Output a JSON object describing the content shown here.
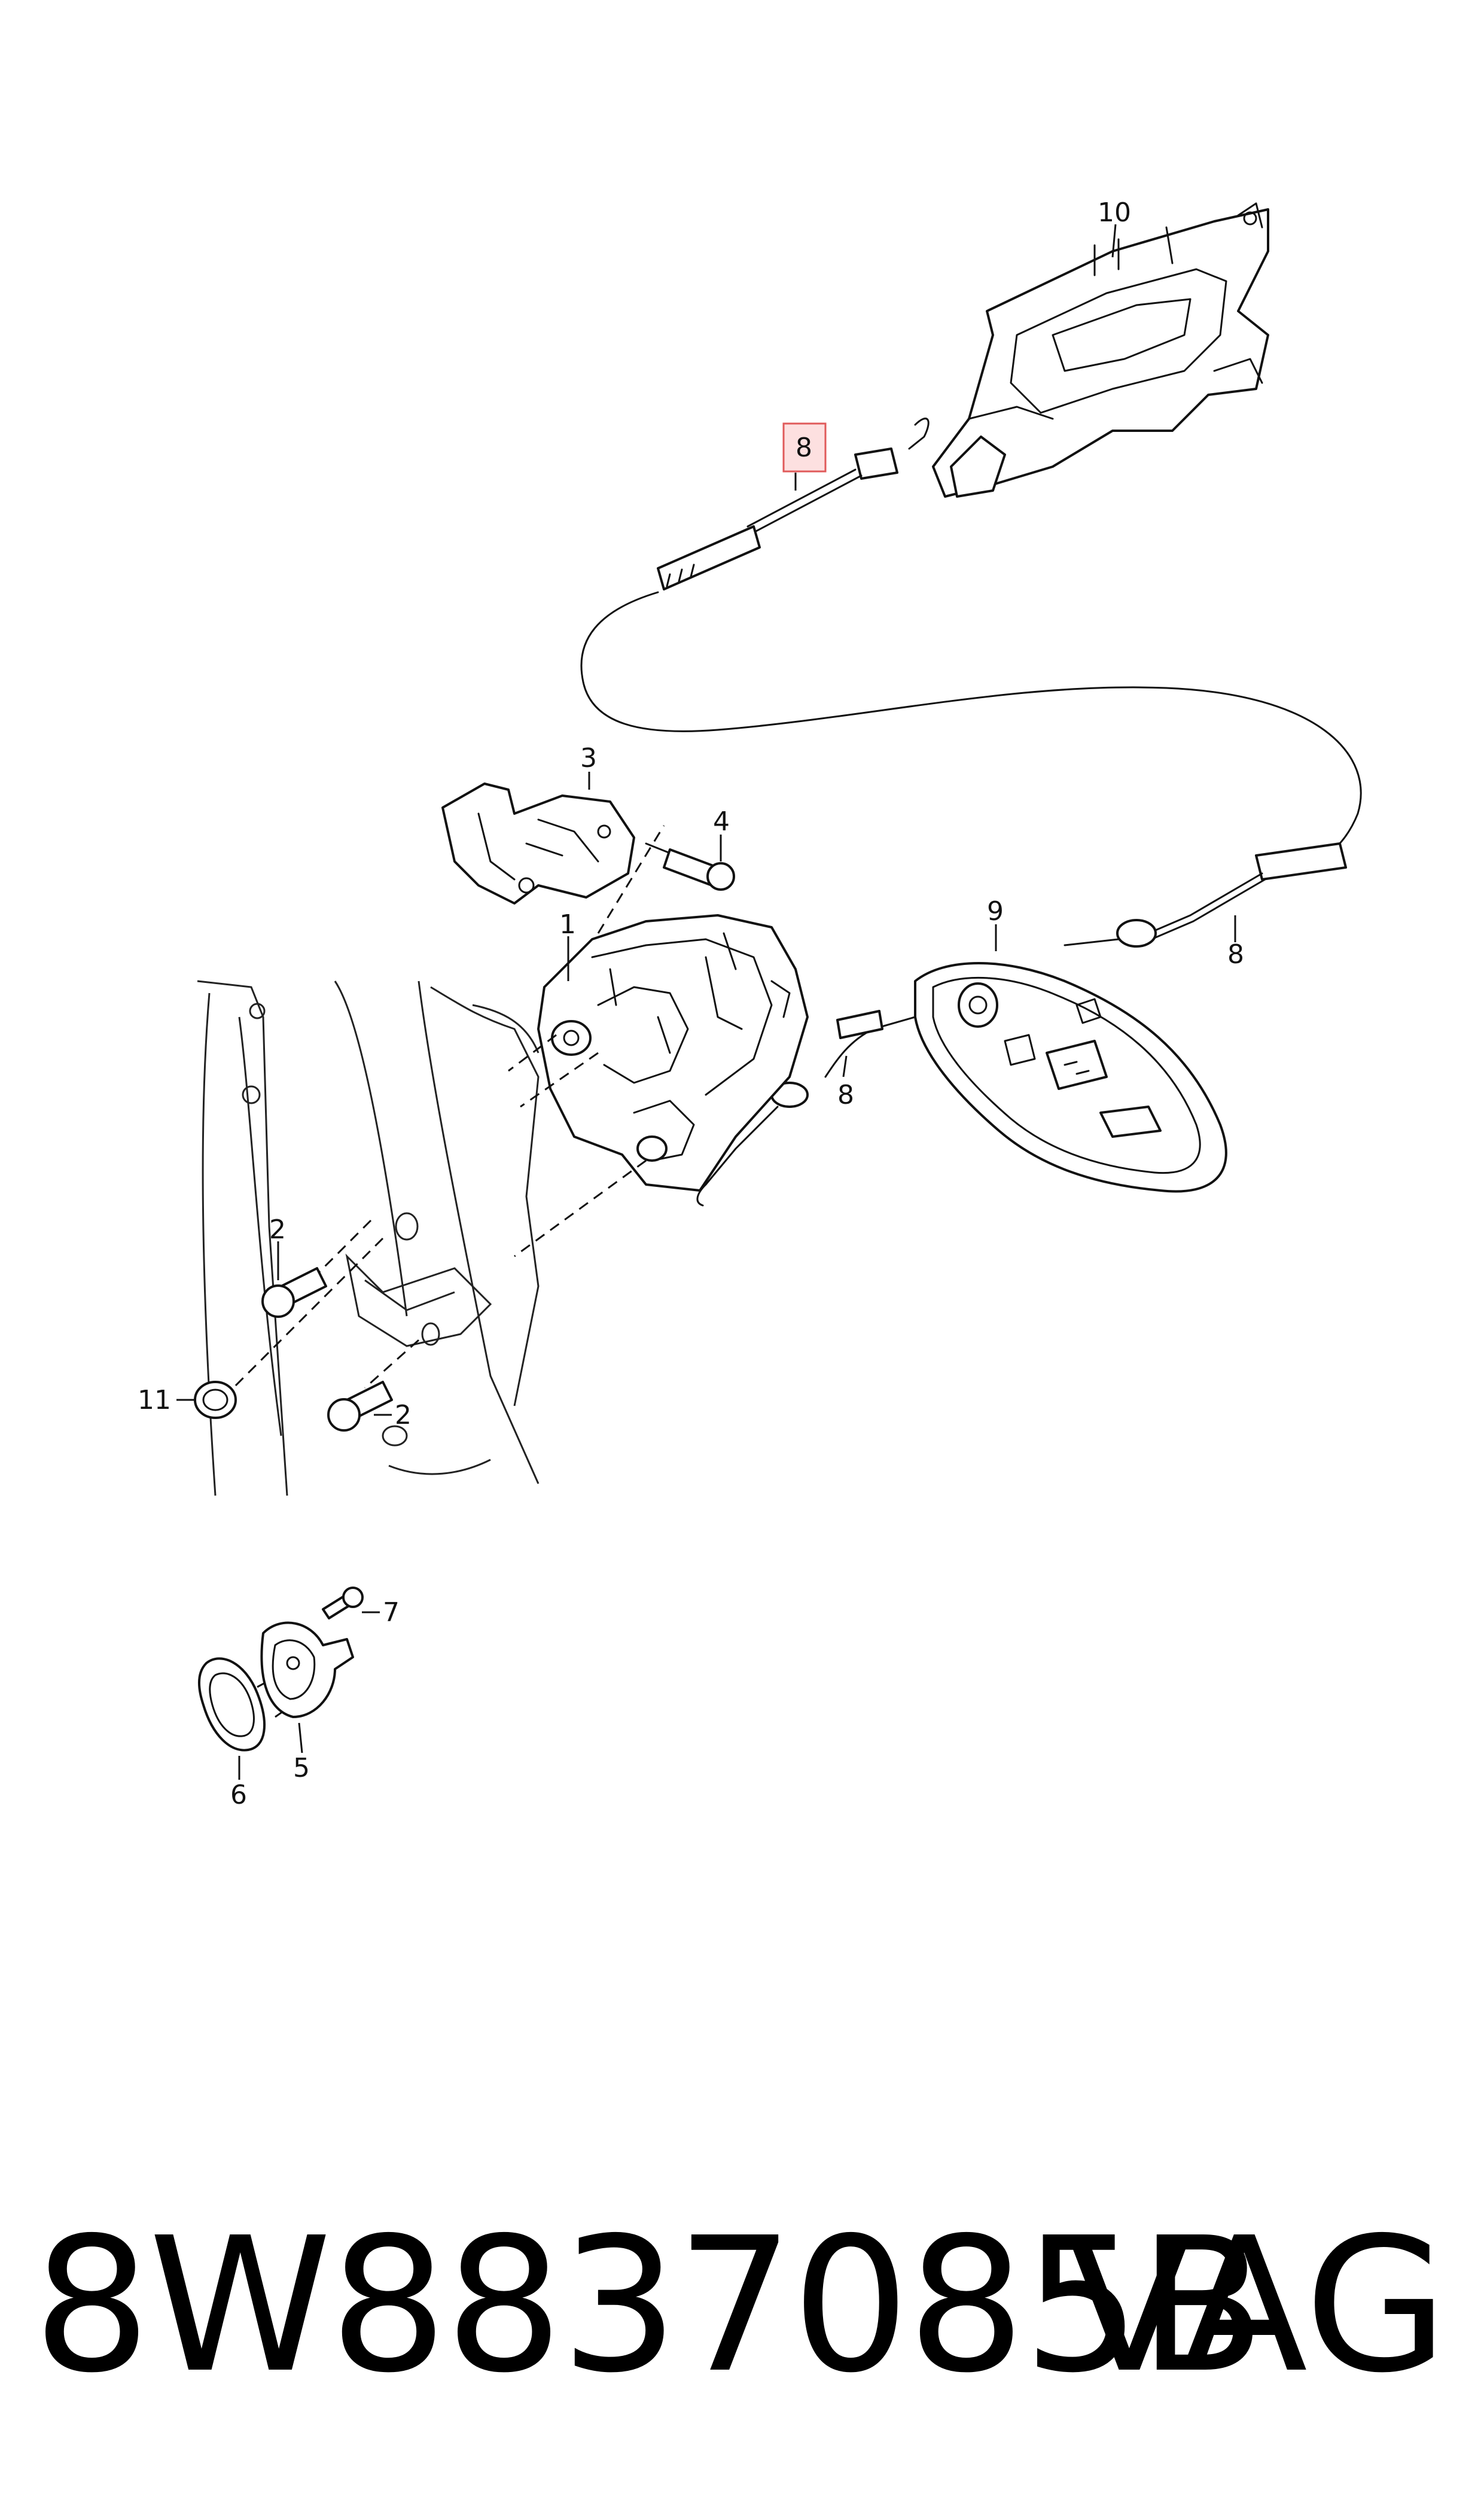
{
  "callouts": {
    "c1": "1",
    "c2a": "2",
    "c2b": "2",
    "c3": "3",
    "c4": "4",
    "c5": "5",
    "c6": "6",
    "c7": "7",
    "c8_highlight": "8",
    "c8_upper": "8",
    "c8_lower": "8",
    "c9": "9",
    "c10": "10",
    "c11": "11"
  },
  "footer": {
    "part_number": "8W8837085B",
    "brand": "VAG"
  },
  "colors": {
    "highlight_fill": "#fde0e0",
    "highlight_stroke": "#e05a5a",
    "ink": "#111111"
  }
}
